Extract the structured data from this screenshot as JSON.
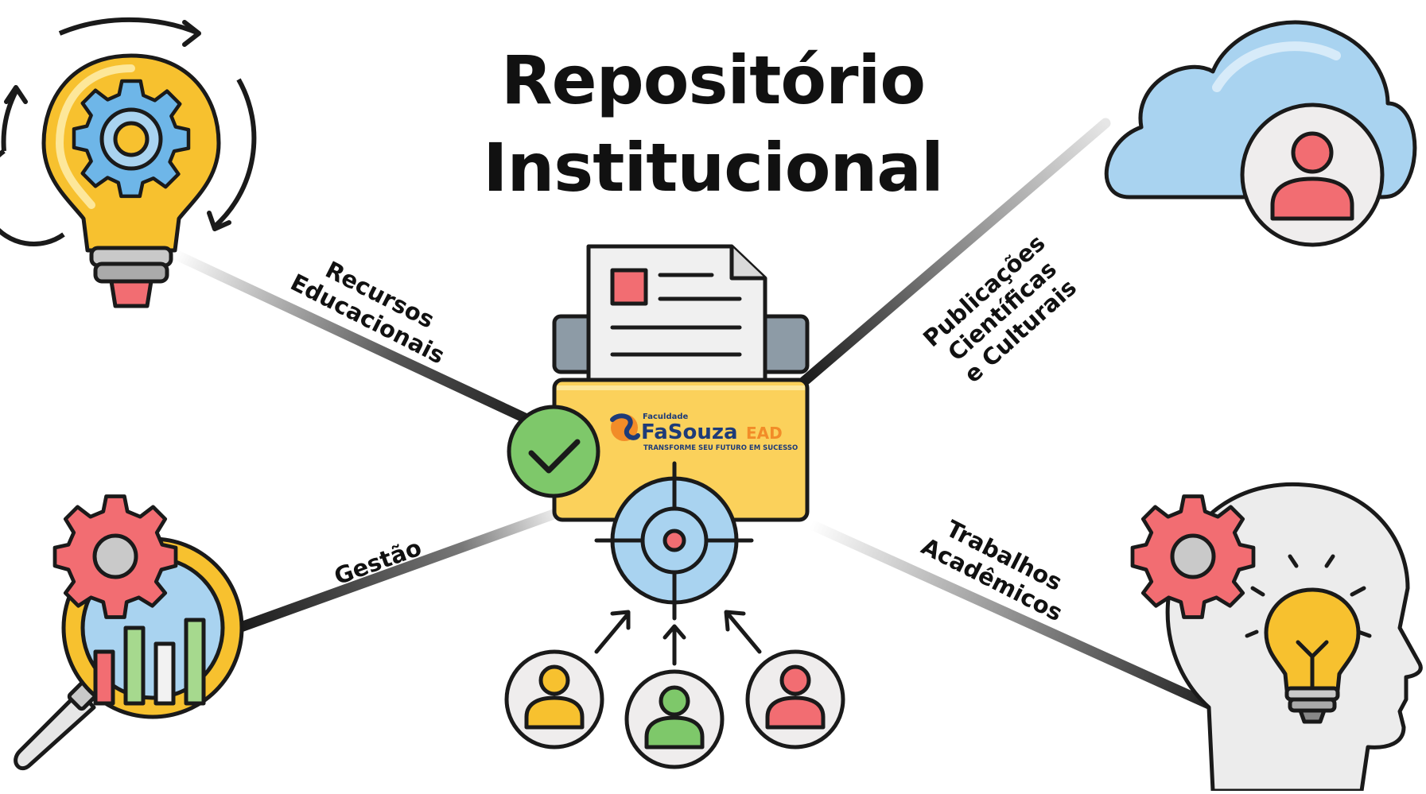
{
  "title": {
    "line1": "Repositório",
    "line2": "Institucional"
  },
  "branches": {
    "top_left": [
      "Recursos",
      "Educacionais"
    ],
    "top_right": [
      "Publicações",
      "Científicas",
      "e Culturais"
    ],
    "bottom_left": [
      "Gestão"
    ],
    "bottom_right": [
      "Trabalhos",
      "Acadêmicos"
    ]
  },
  "logo": {
    "small": "Faculdade",
    "name": "FaSouza",
    "suffix": "EAD",
    "tagline": "TRANSFORME SEU FUTURO EM SUCESSO"
  },
  "colors": {
    "outline": "#1a1a1a",
    "yellow": "#f7c12f",
    "folder_yellow": "#fbd15b",
    "blue": "#a9d3f0",
    "gear_blue": "#6eb6e8",
    "red": "#f26d72",
    "green": "#7ec86a",
    "gray": "#dcdcdc",
    "navy": "#1e3b78",
    "orange": "#f28c28"
  },
  "icons": [
    "lightbulb-gear-icon",
    "cloud-user-icon",
    "magnifier-chart-icon",
    "head-idea-icon",
    "folder-document-icon",
    "check-icon",
    "target-icon",
    "user-yellow-icon",
    "user-green-icon",
    "user-red-icon"
  ]
}
